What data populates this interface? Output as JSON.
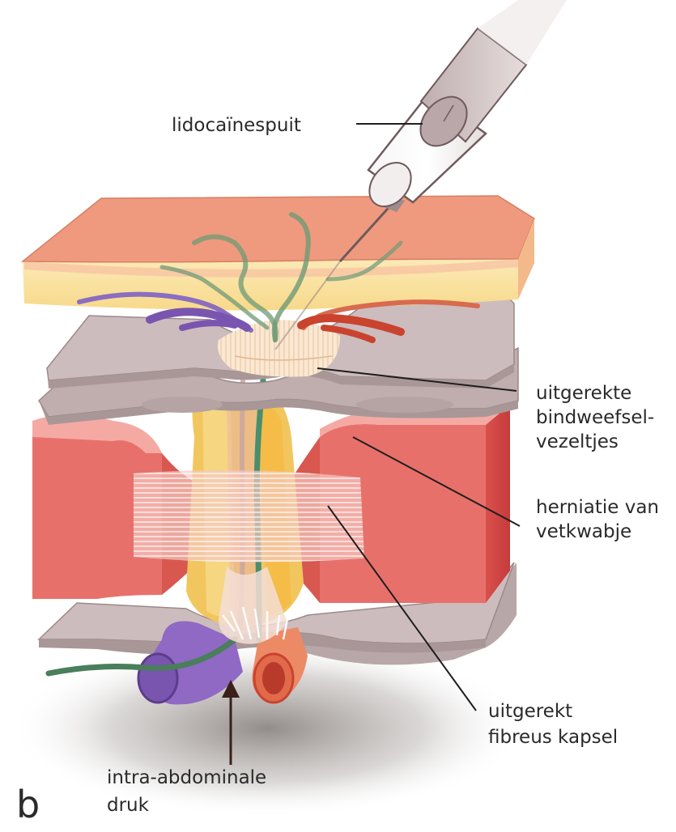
{
  "panel_letter": "b",
  "labels": {
    "syringe": "lidocaïnespuit",
    "fibers_line1": "uitgerekte",
    "fibers_line2": "bindweefsel-",
    "fibers_line3": "vezeltjes",
    "fat_line1": "herniatie van",
    "fat_line2": "vetkwabje",
    "capsule_line1": "uitgerekt",
    "capsule_line2": "fibreus kapsel",
    "pressure_line1": "intra-abdominale",
    "pressure_line2": "druk"
  },
  "colors": {
    "skin": "#ef9a7e",
    "subcutis": "#fbe3a6",
    "fascia": "#cdbcbd",
    "muscle": "#e8706b",
    "fat": "#f2c65e",
    "nerve_green": "#5b8e6b",
    "vessel_purple": "#7a55b0",
    "vessel_red": "#c9432f",
    "artery_orange": "#e06a4a"
  }
}
